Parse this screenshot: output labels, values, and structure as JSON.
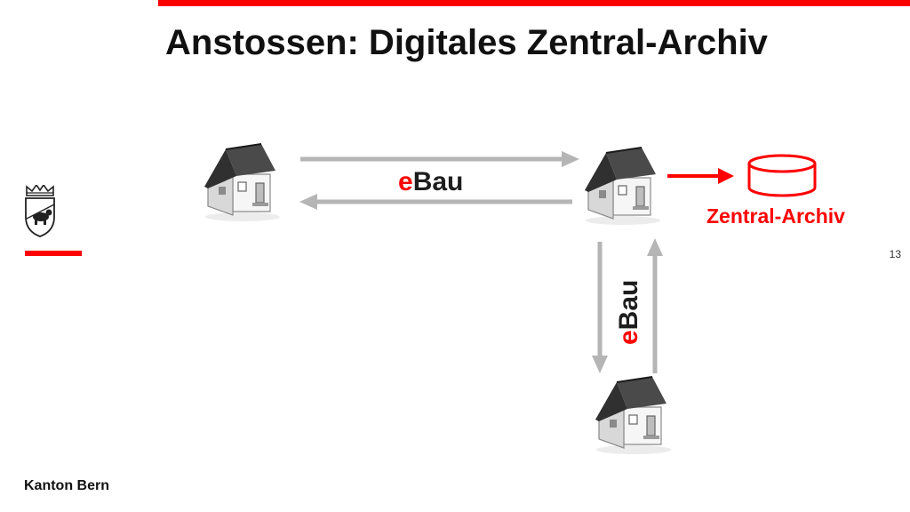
{
  "slide": {
    "title": "Anstossen: Digitales Zentral-Archiv",
    "page_number": "13",
    "footer": "Kanton Bern"
  },
  "diagram": {
    "label_horizontal": {
      "prefix": "e",
      "suffix": "Bau"
    },
    "label_vertical": {
      "prefix": "e",
      "suffix": "Bau"
    },
    "archive_label": "Zentral-Archiv"
  },
  "colors": {
    "accent": "#ff0000",
    "arrow_gray": "#b5b5b5",
    "text_dark": "#1e1e1e"
  },
  "icons": {
    "nodes": [
      "house-icon",
      "house-icon",
      "house-icon"
    ],
    "archive": "database-icon",
    "logo": "bern-bear-crest-icon"
  }
}
